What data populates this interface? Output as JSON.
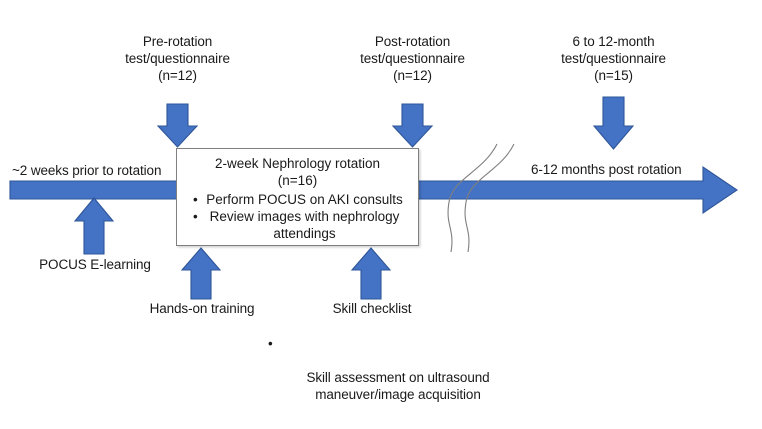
{
  "figure": {
    "type": "timeline-diagram",
    "title": "POCUS nephrology rotation study timeline",
    "accent_color": "#4472C4",
    "accent_stroke": "#2E5597",
    "text_color": "#1A1A1A",
    "break_line_color": "#7F7F7F"
  },
  "timeline": {
    "left_label": "~2 weeks prior to rotation",
    "right_label": "6-12 months post rotation",
    "has_axis_break": true,
    "direction": "left-to-right"
  },
  "above_events": [
    {
      "id": "pre-rotation",
      "lines": "Pre-rotation\ntest/questionnaire\n(n=12)",
      "n": 12
    },
    {
      "id": "post-rotation",
      "lines": "Post-rotation\ntest/questionnaire\n(n=12)",
      "n": 12
    },
    {
      "id": "six-to-twelve-month",
      "lines": "6 to 12-month\ntest/questionnaire\n(n=15)",
      "n": 15
    }
  ],
  "below_events": [
    {
      "id": "pocus-elearning",
      "label": "POCUS E-learning"
    },
    {
      "id": "hands-on-training",
      "label": "Hands-on training"
    },
    {
      "id": "skill-checklist",
      "title": "Skill checklist",
      "bullet": "•",
      "bullet_text": "Skill assessment on ultrasound\nmaneuver/image acquisition"
    }
  ],
  "rotation_box": {
    "title": "2-week Nephrology rotation",
    "subtitle": "(n=16)",
    "bullet": "•",
    "items": [
      "Perform POCUS on AKI consults",
      "Review images with nephrology\nattendings"
    ]
  }
}
